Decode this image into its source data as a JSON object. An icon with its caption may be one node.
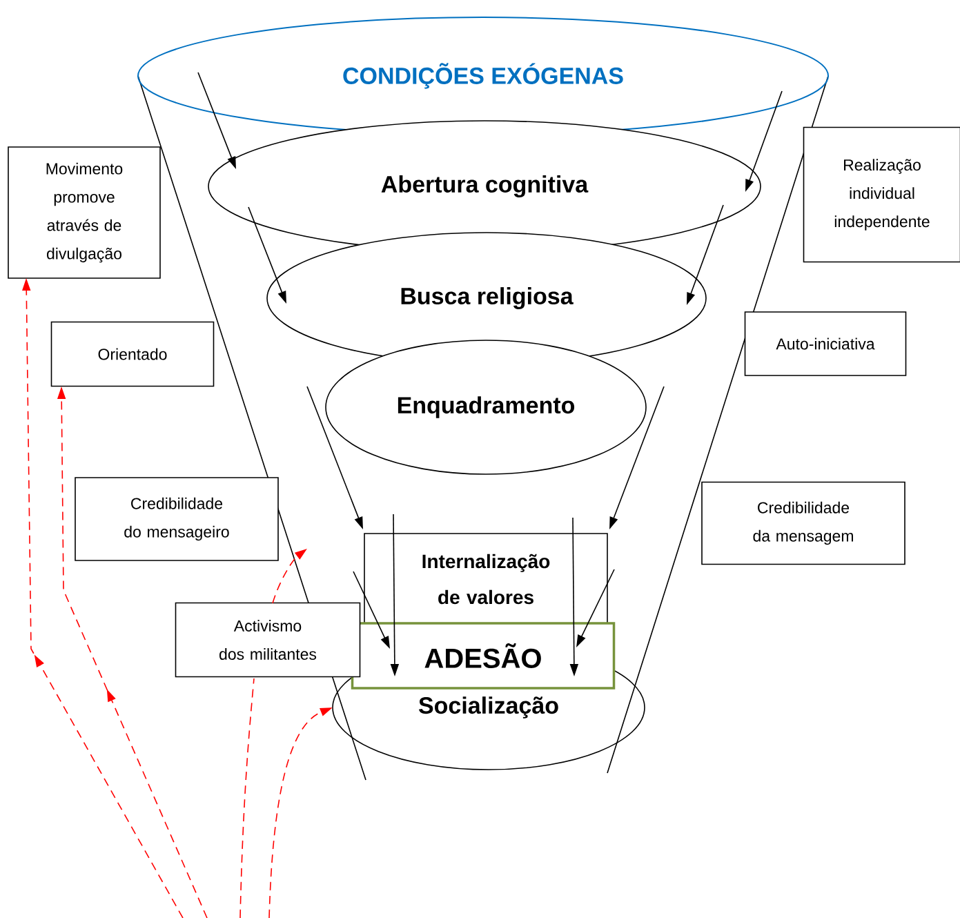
{
  "diagram": {
    "nodes": [
      {
        "text": [
          "CONDIÇÕES EXÓGENAS"
        ]
      },
      {
        "text": [
          "Abertura cognitiva"
        ]
      },
      {
        "text": [
          "Busca religiosa"
        ]
      },
      {
        "text": [
          "Enquadramento"
        ]
      },
      {
        "text": [
          "Internalização de valores"
        ]
      },
      {
        "text": [
          "ADESÃO"
        ]
      },
      {
        "text": [
          "Socialização"
        ]
      },
      {
        "text": [
          "Movimento promove através de divulgação"
        ]
      },
      {
        "text": [
          "Orientado"
        ]
      },
      {
        "text": [
          "Credibilidade do mensageiro"
        ]
      },
      {
        "text": [
          "Activismo dos militantes"
        ]
      },
      {
        "text": [
          "Realização individual independente"
        ]
      },
      {
        "text": [
          "Auto-iniciativa"
        ]
      },
      {
        "text": [
          "Credibilidade da mensagem"
        ]
      }
    ],
    "edges": [
      {
        "from": 0,
        "to": 1,
        "arrow": "to"
      },
      {
        "from": 0,
        "to": 1,
        "arrow": "to"
      },
      {
        "from": 1,
        "to": 2,
        "arrow": "to"
      },
      {
        "from": 1,
        "to": 2,
        "arrow": "to"
      },
      {
        "from": null,
        "to": 4,
        "arrow": "to"
      },
      {
        "from": null,
        "to": 4,
        "arrow": "to"
      },
      {
        "from": null,
        "to": 5,
        "arrow": "to"
      },
      {
        "from": null,
        "to": 5,
        "arrow": "to"
      },
      {
        "from": 4,
        "to": 5,
        "arrow": "to"
      },
      {
        "from": 4,
        "to": 5,
        "arrow": "to"
      },
      {
        "from": null,
        "to": 7,
        "arrow": "to",
        "style": "dashed",
        "color": "#ff0000"
      },
      {
        "from": null,
        "to": 8,
        "arrow": "to",
        "style": "dashed",
        "color": "#ff0000"
      },
      {
        "from": 10,
        "to": null,
        "arrow": "to",
        "style": "dashed",
        "color": "#ff0000"
      },
      {
        "from": null,
        "to": 6,
        "arrow": "to",
        "style": "dashed",
        "color": "#ff0000"
      }
    ]
  }
}
